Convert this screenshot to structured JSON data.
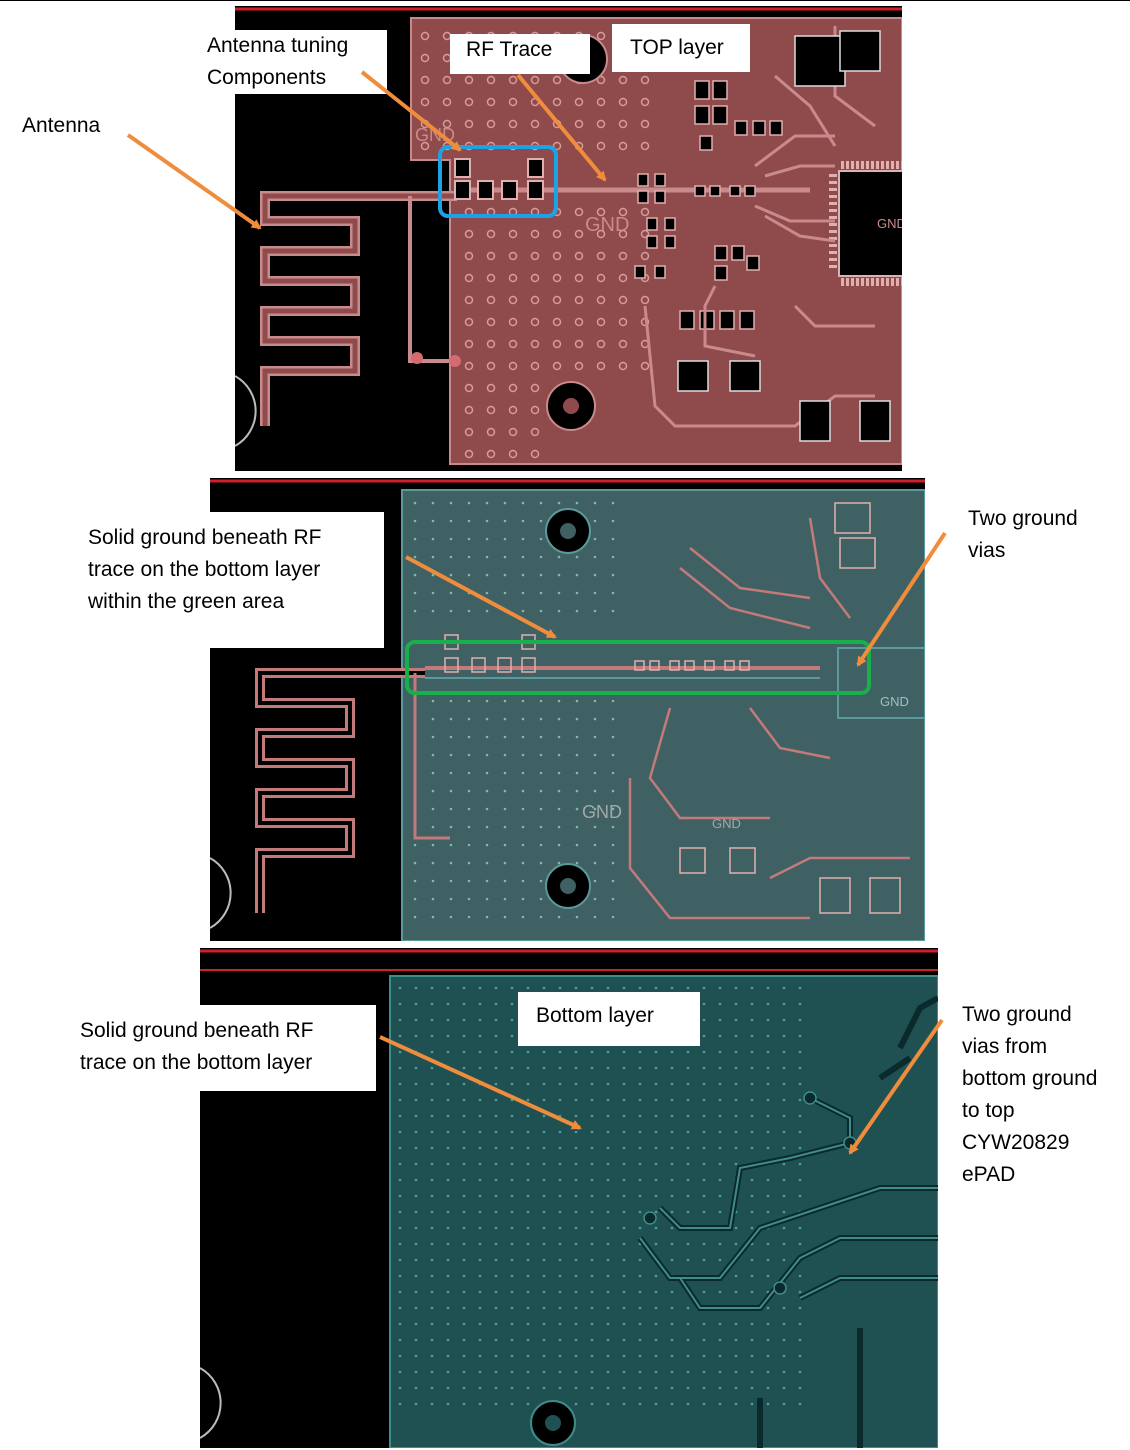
{
  "colors": {
    "top_board": "#8f4a4c",
    "top_copper": "#c98a8b",
    "mid_board": "#3f6163",
    "mid_copper": "#c27a7b",
    "bottom_board": "#1f5152",
    "bottom_copper": "#3f8c8b",
    "arrow": "#ef8d3c",
    "highlight_blue": "#1ea2e6",
    "highlight_green": "#19b04c",
    "board_edge": "#cf1f2a"
  },
  "top_panel": {
    "gnd_labels": [
      "GND",
      "GND"
    ],
    "gnd_small": "GND"
  },
  "mid_panel": {
    "gnd_labels": [
      "GND",
      "GND",
      "GND"
    ]
  },
  "labels": {
    "antenna": "Antenna",
    "antenna_tuning": "Antenna tuning\nComponents",
    "rf_trace": "RF Trace",
    "top_layer": "TOP layer",
    "solid_ground_green": "Solid ground beneath RF\ntrace on the bottom layer\nwithin the green area",
    "two_ground_vias": "Two ground\nvias",
    "bottom_layer": "Bottom layer",
    "solid_ground_bottom": "Solid ground beneath RF\ntrace on the bottom layer",
    "two_ground_vias_epad": "Two ground\nvias from\nbottom ground\nto top\nCYW20829\nePAD"
  }
}
